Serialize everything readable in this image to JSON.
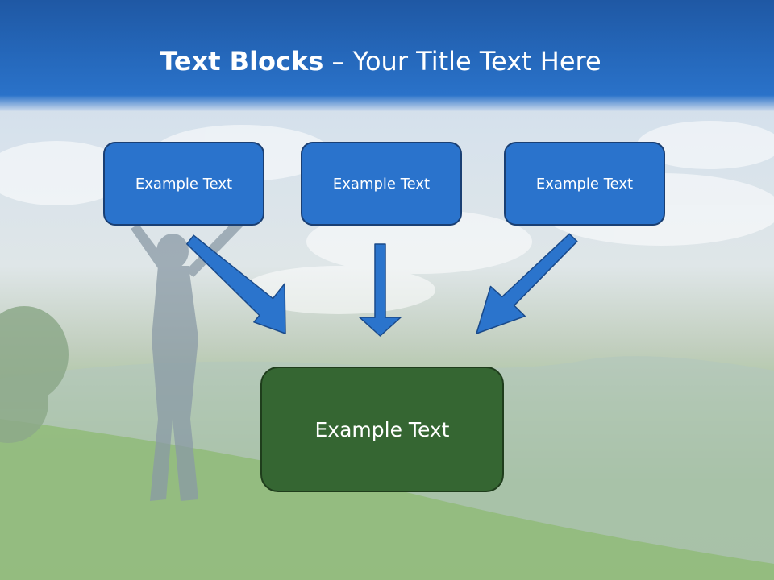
{
  "title": {
    "bold": "Text Blocks",
    "dash": " – ",
    "rest": "Your Title Text Here"
  },
  "boxes": [
    {
      "label": "Example Text"
    },
    {
      "label": "Example Text"
    },
    {
      "label": "Example Text"
    }
  ],
  "result": {
    "label": "Example Text"
  },
  "colors": {
    "title_bar": "#2568bb",
    "box_fill": "#2a73cc",
    "box_border": "#1a3f73",
    "arrow_fill": "#2b74cc",
    "result_fill": "#356632",
    "text": "#ffffff"
  }
}
